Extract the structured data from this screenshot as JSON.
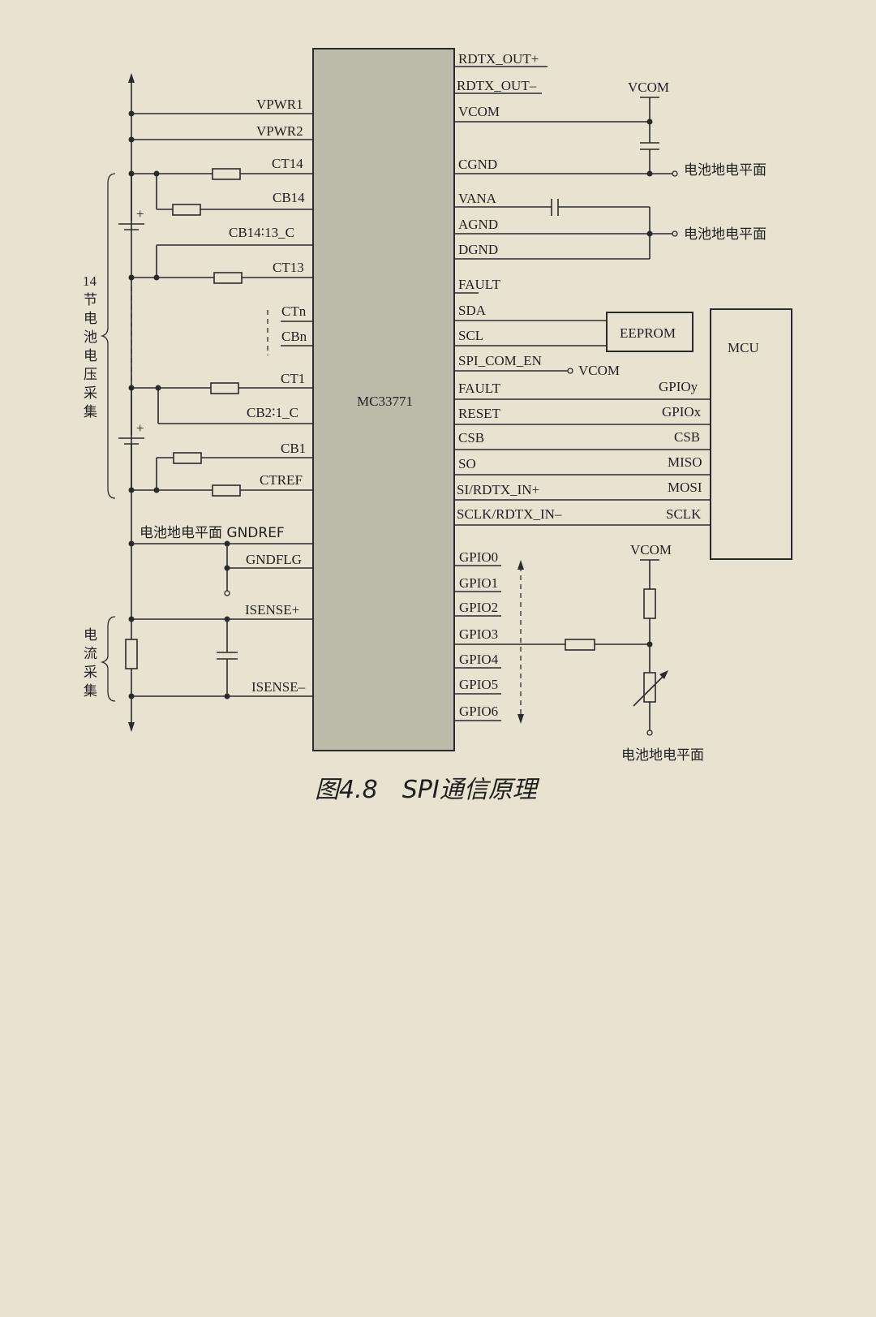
{
  "chip": {
    "name": "MC33771"
  },
  "eeprom": {
    "name": "EEPROM"
  },
  "mcu": {
    "name": "MCU"
  },
  "left_pins": {
    "vpwr1": "VPWR1",
    "vpwr2": "VPWR2",
    "ct14": "CT14",
    "cb14": "CB14",
    "cb14_13c": "CB14∶13_C",
    "ct13": "CT13",
    "ctn": "CTn",
    "cbn": "CBn",
    "ct1": "CT1",
    "cb2_1c": "CB2∶1_C",
    "cb1": "CB1",
    "ctref": "CTREF",
    "gndref": "电池地电平面 GNDREF",
    "gndflg": "GNDFLG",
    "isense_p": "ISENSE+",
    "isense_n": "ISENSE–"
  },
  "right_pins": {
    "rdtx_out_p": "RDTX_OUT+",
    "rdtx_out_n": "RDTX_OUT–",
    "vcom": "VCOM",
    "cgnd": "CGND",
    "vana": "VANA",
    "agnd": "AGND",
    "dgnd": "DGND",
    "fault1": "FAULT",
    "sda": "SDA",
    "scl": "SCL",
    "spi_com_en": "SPI_COM_EN",
    "fault2": "FAULT",
    "reset": "RESET",
    "csb": "CSB",
    "so": "SO",
    "si": "SI/RDTX_IN+",
    "sclk": "SCLK/RDTX_IN–",
    "gpio0": "GPIO0",
    "gpio1": "GPIO1",
    "gpio2": "GPIO2",
    "gpio3": "GPIO3",
    "gpio4": "GPIO4",
    "gpio5": "GPIO5",
    "gpio6": "GPIO6"
  },
  "mcu_pins": {
    "gpioy": "GPIOy",
    "gpiox": "GPIOx",
    "csb": "CSB",
    "miso": "MISO",
    "mosi": "MOSI",
    "sclk": "SCLK"
  },
  "nets": {
    "vcom_top": "VCOM",
    "vcom_spi": "VCOM",
    "vcom_gpio": "VCOM",
    "gnd_cgnd": "电池地电平面",
    "gnd_agnd": "电池地电平面",
    "gnd_gpio": "电池地电平面"
  },
  "groups": {
    "cell_voltage": [
      "14",
      "节",
      "电",
      "池",
      "电",
      "压",
      "采",
      "集"
    ],
    "current": [
      "电",
      "流",
      "采",
      "集"
    ]
  },
  "polarity": {
    "plus": "+"
  },
  "caption": "图4.8　SPI通信原理"
}
